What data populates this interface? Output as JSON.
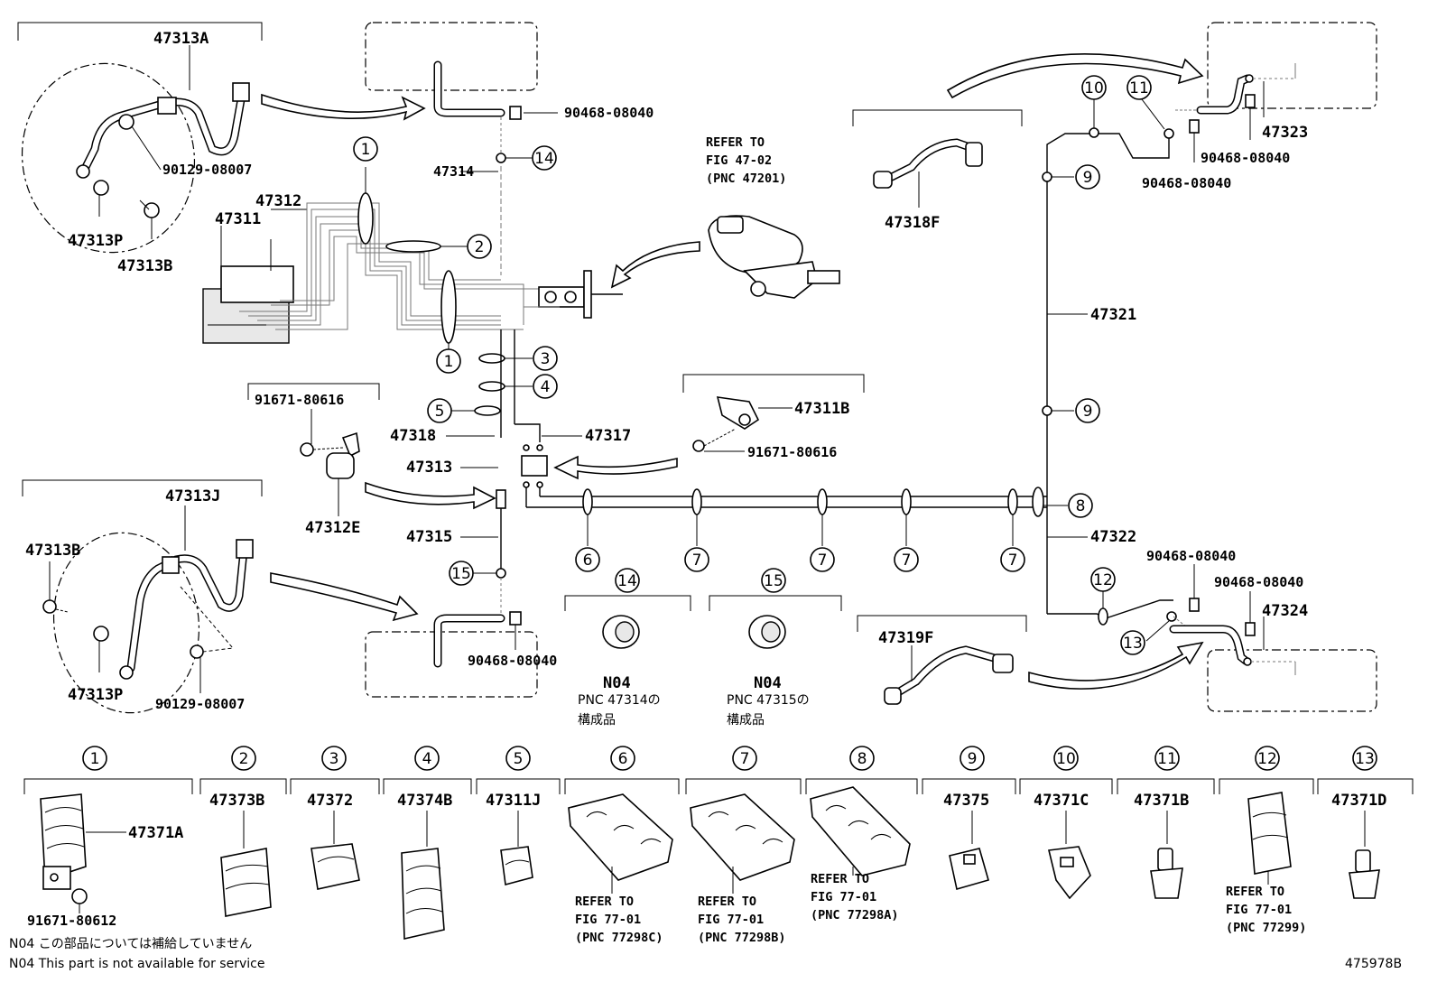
{
  "labels": {
    "p47313A": "47313A",
    "p90129a": "90129-08007",
    "p47313Pa": "47313P",
    "p47313Ba": "47313B",
    "p47312": "47312",
    "p47311": "47311",
    "p90468a": "90468-08040",
    "p47314": "47314",
    "refer1": "REFER TO",
    "refer1b": "FIG 47-02",
    "refer1c": "(PNC 47201)",
    "p47318F": "47318F",
    "p47321": "47321",
    "p47323": "47323",
    "p90468b": "90468-08040",
    "p90468c": "90468-08040",
    "p91671a": "91671-80616",
    "p47318": "47318",
    "p47317": "47317",
    "p47313": "47313",
    "p47312E": "47312E",
    "p47311B": "47311B",
    "p91671b": "91671-80616",
    "p47315": "47315",
    "p47313J": "47313J",
    "p47313Bb": "47313B",
    "p47313Pb": "47313P",
    "p90129b": "90129-08007",
    "p90468d": "90468-08040",
    "p47322": "47322",
    "p90468e": "90468-08040",
    "p90468f": "90468-08040",
    "p47324": "47324",
    "p47319F": "47319F",
    "n04a": "N04",
    "pnc14": "PNC 47314の",
    "kosei14": "構成品",
    "n04b": "N04",
    "pnc15": "PNC 47315の",
    "kosei15": "構成品",
    "c1": "1",
    "c2": "2",
    "c3": "3",
    "c4": "4",
    "c5": "5",
    "c6": "6",
    "c7": "7",
    "c8": "8",
    "c9": "9",
    "c10": "10",
    "c11": "11",
    "c12": "12",
    "c13": "13",
    "c14": "14",
    "c15": "15",
    "b47371A": "47371A",
    "b91671": "91671-80612",
    "b47373B": "47373B",
    "b47372": "47372",
    "b47374B": "47374B",
    "b47311J": "47311J",
    "b47375": "47375",
    "b47371C": "47371C",
    "b47371B": "47371B",
    "b47371D": "47371D",
    "ref6a": "REFER TO",
    "ref6b": "FIG 77-01",
    "ref6c": "(PNC 77298C)",
    "ref7a": "REFER TO",
    "ref7b": "FIG 77-01",
    "ref7c": "(PNC 77298B)",
    "ref8a": "REFER TO",
    "ref8b": "FIG 77-01",
    "ref8c": "(PNC 77298A)",
    "ref12a": "REFER TO",
    "ref12b": "FIG 77-01",
    "ref12c": "(PNC 77299)",
    "note_jp": "N04 この部品については補給していません",
    "note_en": "N04 This part is not available for service",
    "fig_id": "475978B"
  }
}
